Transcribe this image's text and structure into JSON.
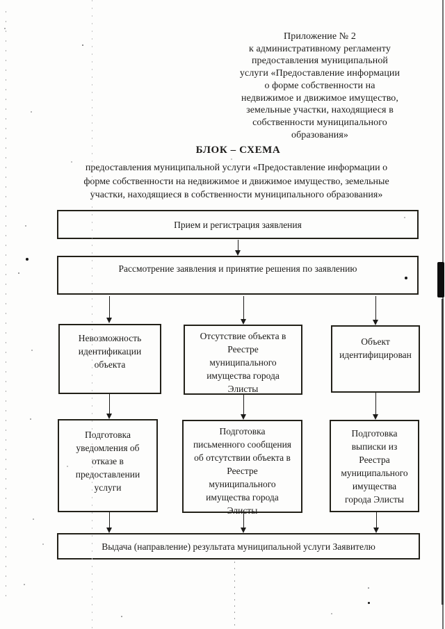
{
  "annex_note": "Приложение № 2\nк административному регламенту\nпредоставления муниципальной\nуслуги «Предоставление информации\nо форме собственности на\nнедвижимое и движимое имущество,\nземельные участки, находящиеся в\nсобственности муниципального\nобразования»",
  "title": "БЛОК – СХЕМА",
  "subtitle": "предоставления муниципальной услуги «Предоставление информации о\nформе собственности на недвижимое и движимое имущество, земельные\nучастки, находящиеся в собственности муниципального образования»",
  "flowchart": {
    "reception": "Прием и регистрация заявления",
    "review": "Рассмотрение заявления и принятие решения по заявлению",
    "not_identified": "Невозможность\nидентификации\nобъекта",
    "absent_in_registry": "Отсутствие объекта в\nРеестре\nмуниципального\nимущества города\nЭлисты",
    "identified": "Объект\nидентифицирован",
    "refusal_notice": "Подготовка\nуведомления об\nотказе в\nпредоставлении\nуслуги",
    "absence_letter": "Подготовка\nписьменного сообщения\nоб отсутствии объекта в\nРеестре\nмуниципального\nимущества города\nЭлисты",
    "registry_extract": "Подготовка\nвыписки из\nРеестра\nмуниципального\nимущества\nгорода Элисты",
    "delivery": "Выдача (направление) результата муниципальной услуги Заявителю"
  },
  "colors": {
    "ink": "#1c1b19",
    "paper": "#fdfdfc"
  }
}
